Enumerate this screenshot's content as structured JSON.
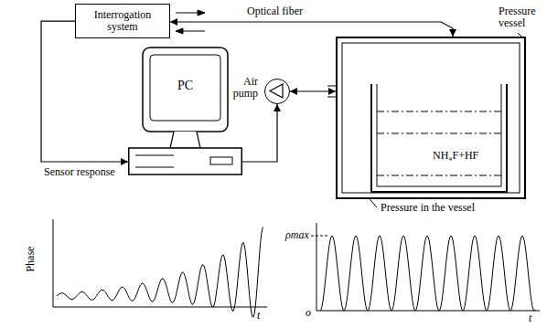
{
  "diagram": {
    "nodes": [
      {
        "text": [
          "Interrogation system"
        ]
      },
      {
        "text": [
          "PC"
        ]
      },
      {
        "text": [
          "Air pump"
        ]
      },
      {
        "text": [
          "Pressure vessel"
        ]
      },
      {
        "text": [
          "NH₄F+HF"
        ],
        "in": 3
      }
    ],
    "edges": [
      {
        "from": 0,
        "to": 3,
        "arrow": "both",
        "label": "Optical fiber"
      },
      {
        "from": 0,
        "to": 1,
        "arrow": "to",
        "label": "Sensor response"
      },
      {
        "from": 1,
        "to": 2,
        "arrow": "to"
      },
      {
        "from": 2,
        "to": 3,
        "arrow": "both"
      }
    ],
    "labels": [
      "Pressure in the vessel",
      "Phase",
      "t",
      "ρmax",
      "o",
      "t"
    ]
  }
}
